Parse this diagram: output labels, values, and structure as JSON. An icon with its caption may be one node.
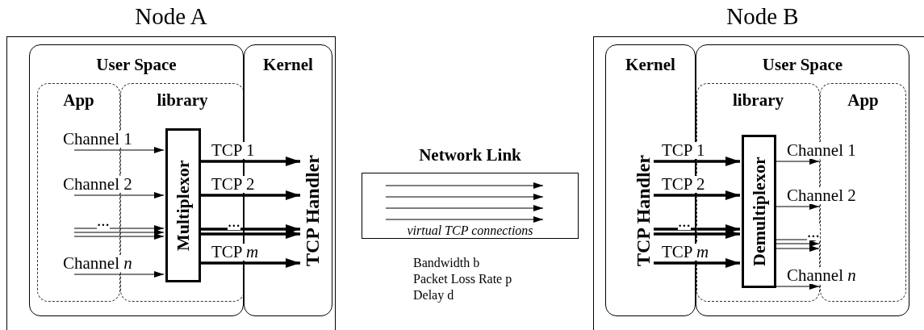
{
  "diagram": {
    "nodes": [
      {
        "text": [
          "Node A"
        ]
      },
      {
        "text": [
          "User Space"
        ],
        "in": 0
      },
      {
        "text": [
          "App"
        ],
        "in": 1
      },
      {
        "text": [
          "library"
        ],
        "in": 1
      },
      {
        "text": [
          "Multiplexor"
        ],
        "in": 3
      },
      {
        "text": [
          "Kernel"
        ],
        "in": 0
      },
      {
        "text": [
          "TCP Handler"
        ],
        "in": 5
      },
      {
        "text": [
          "Network Link",
          "virtual TCP connections"
        ]
      },
      {
        "text": [
          "Node B"
        ]
      },
      {
        "text": [
          "Kernel"
        ],
        "in": 8
      },
      {
        "text": [
          "TCP Handler"
        ],
        "in": 9
      },
      {
        "text": [
          "User Space"
        ],
        "in": 8
      },
      {
        "text": [
          "library"
        ],
        "in": 11
      },
      {
        "text": [
          "Demultiplexor"
        ],
        "in": 12
      },
      {
        "text": [
          "App"
        ],
        "in": 11
      }
    ],
    "edges": [
      {
        "from": 2,
        "to": 4,
        "arrow": "to",
        "label": "Channel 1"
      },
      {
        "from": 2,
        "to": 4,
        "arrow": "to",
        "label": "Channel 2"
      },
      {
        "from": 2,
        "to": 4,
        "arrow": "to",
        "label": "..."
      },
      {
        "from": 2,
        "to": 4,
        "arrow": "to"
      },
      {
        "from": 2,
        "to": 4,
        "arrow": "to"
      },
      {
        "from": 2,
        "to": 4,
        "arrow": "to",
        "label": "Channel *n*"
      },
      {
        "from": 4,
        "to": 6,
        "arrow": "to",
        "label": "TCP 1",
        "style": "thick"
      },
      {
        "from": 4,
        "to": 6,
        "arrow": "to",
        "label": "TCP 2",
        "style": "thick"
      },
      {
        "from": 4,
        "to": 6,
        "arrow": "to",
        "label": "...",
        "style": "thick"
      },
      {
        "from": 4,
        "to": 6,
        "arrow": "to",
        "style": "thick"
      },
      {
        "from": 4,
        "to": 6,
        "arrow": "to",
        "label": "TCP *m*",
        "style": "thick"
      },
      {
        "from": 10,
        "to": 13,
        "arrow": "to",
        "label": "TCP 1",
        "style": "thick"
      },
      {
        "from": 10,
        "to": 13,
        "arrow": "to",
        "label": "TCP 2",
        "style": "thick"
      },
      {
        "from": 10,
        "to": 13,
        "arrow": "to",
        "label": "...",
        "style": "thick"
      },
      {
        "from": 10,
        "to": 13,
        "arrow": "to",
        "style": "thick"
      },
      {
        "from": 10,
        "to": 13,
        "arrow": "to",
        "label": "TCP *m*",
        "style": "thick"
      },
      {
        "from": 13,
        "to": 14,
        "arrow": "to",
        "label": "Channel 1"
      },
      {
        "from": 13,
        "to": 14,
        "arrow": "to",
        "label": "Channel 2"
      },
      {
        "from": 13,
        "to": 14,
        "arrow": "to",
        "label": "..."
      },
      {
        "from": 13,
        "to": 14,
        "arrow": "to"
      },
      {
        "from": 13,
        "to": 14,
        "arrow": "to"
      },
      {
        "from": 13,
        "to": 14,
        "arrow": "to",
        "label": "Channel *n*"
      }
    ],
    "labels": [
      "Bandwidth b",
      "Packet Loss Rate p",
      "Delay d"
    ]
  }
}
